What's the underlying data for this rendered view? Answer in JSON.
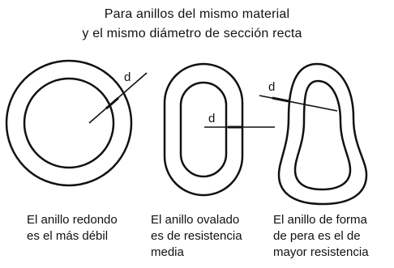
{
  "title": {
    "line1": "Para anillos del mismo material",
    "line2": "y el mismo diámetro de sección recta"
  },
  "rings": [
    {
      "dimension_label": "d",
      "caption_lines": [
        "El anillo redondo",
        "es el más débil"
      ]
    },
    {
      "dimension_label": "d",
      "caption_lines": [
        "El anillo ovalado",
        "es de resistencia",
        "media"
      ]
    },
    {
      "dimension_label": "d",
      "caption_lines": [
        "El anillo de forma",
        "de pera es el de",
        "mayor resistencia"
      ]
    }
  ]
}
